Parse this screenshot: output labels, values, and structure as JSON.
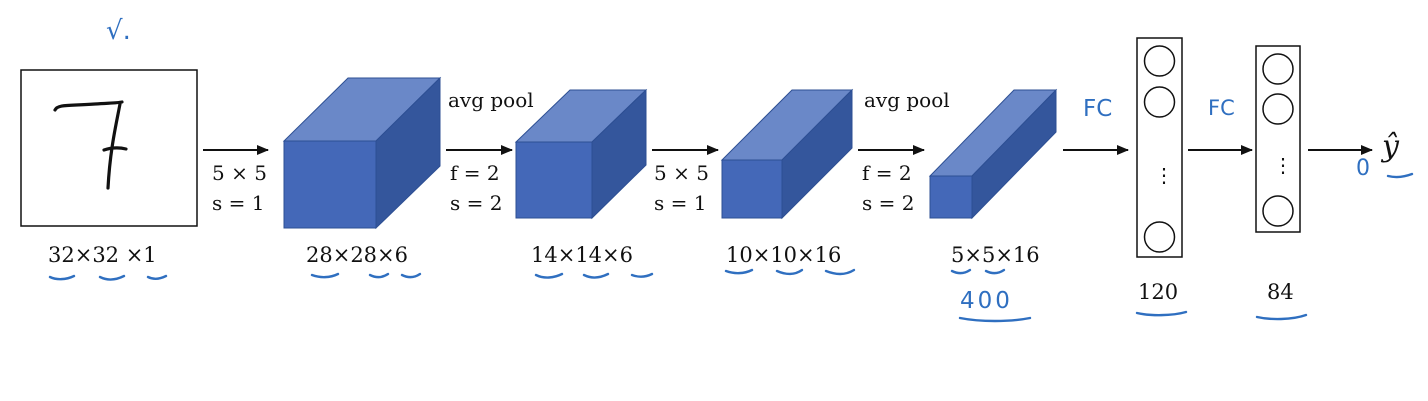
{
  "input": {
    "digit": "7",
    "dims": "32×32 ×1"
  },
  "layers": [
    {
      "dims": "28×28×6"
    },
    {
      "dims": "14×14×6"
    },
    {
      "dims": "10×10×16"
    },
    {
      "dims": "5×5×16"
    }
  ],
  "ops": {
    "conv1": {
      "kernel": "5 × 5",
      "stride": "s = 1"
    },
    "pool1": {
      "name": "avg pool",
      "filter": "f = 2",
      "stride": "s = 2"
    },
    "conv2": {
      "kernel": "5 × 5",
      "stride": "s = 1"
    },
    "pool2": {
      "name": "avg pool",
      "filter": "f = 2",
      "stride": "s = 2"
    }
  },
  "fc": [
    {
      "units": "120",
      "dots": "⋮"
    },
    {
      "units": "84",
      "dots": "⋮"
    }
  ],
  "output": {
    "label": "ŷ"
  },
  "annotations": {
    "flatten_count": "400",
    "fc_label_1": "FC",
    "fc_label_2": "FC",
    "top_mark": "√.",
    "output_mark": "0"
  },
  "colors": {
    "box_front": "#4468b8",
    "box_top": "#6a88c8",
    "box_side": "#34569c",
    "handwriting": "#2f6fc0",
    "ink": "#111111"
  }
}
